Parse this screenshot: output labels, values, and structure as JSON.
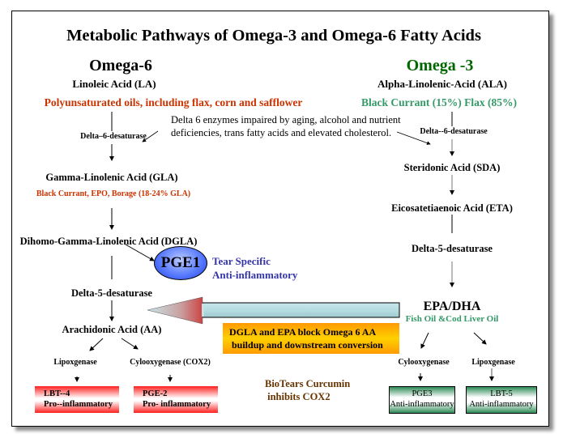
{
  "title": "Metabolic Pathways of Omega-3 and Omega-6 Fatty Acids",
  "colors": {
    "omega6_heading": "#cc6600",
    "omega3_heading": "#006600",
    "omega6_source": "#cc3300",
    "omega3_source": "#339966",
    "tear_specific": "#3333aa",
    "biotears": "#663300",
    "pro_inflammatory_box": "#ff2020",
    "anti_inflammatory_box": "#2e8b57",
    "block_box": "#ffb000"
  },
  "omega6": {
    "heading": "Omega-6",
    "precursor": "Linoleic Acid (LA)",
    "sources": "Polyunsaturated oils, including flax, corn and safflower",
    "step1_enzyme": "Delta–6-desaturase",
    "gla": "Gamma-Linolenic Acid (GLA)",
    "gla_sources": "Black Currant, EPO, Borage (18-24% GLA)",
    "dgla": "Dihomo-Gamma-Linolenic Acid (DGLA)",
    "step2_enzyme": "Delta-5-desaturase",
    "aa": "Arachidonic Acid (AA)",
    "branch_left": "Lipoxgenase",
    "branch_right": "Cylooxygenase (COX2)",
    "product_left": {
      "name": "LBT--4",
      "effect": "Pro--inflammatory"
    },
    "product_right": {
      "name": "PGE-2",
      "effect": "Pro- inflammatory"
    }
  },
  "omega3": {
    "heading": "Omega -3",
    "precursor": "Alpha-Linolenic-Acid (ALA)",
    "sources": "Black Currant (15%) Flax (85%)",
    "step1_enzyme": "Delta--6-desaturase",
    "sda": "Steridonic Acid (SDA)",
    "eta": "Eicosatetiaenoic Acid (ETA)",
    "step2_enzyme": "Delta-5-desaturase",
    "epa_dha": "EPA/DHA",
    "epa_sources": "Fish Oil &Cod Liver Oil",
    "branch_left": "Cylooxygenase",
    "branch_right": "Lipoxgenase",
    "product_left": {
      "name": "PGE3",
      "effect": "Anti-inflammatory"
    },
    "product_right": {
      "name": "LBT-5",
      "effect": "Anti-inflammatory"
    }
  },
  "delta6_note": {
    "line1": "Delta 6 enzymes impaired by aging, alcohol and nutrient",
    "line2": "deficiencies, trans fatty acids and elevated cholesterol."
  },
  "pge1": {
    "label": "PGE1",
    "note_line1": "Tear Specific",
    "note_line2": "Anti-inflammatory"
  },
  "block_note": {
    "line1": "DGLA and EPA block Omega 6 AA",
    "line2": " buildup and downstream conversion"
  },
  "biotears": {
    "line1": "BioTears Curcumin",
    "line2": " inhibits COX2"
  }
}
